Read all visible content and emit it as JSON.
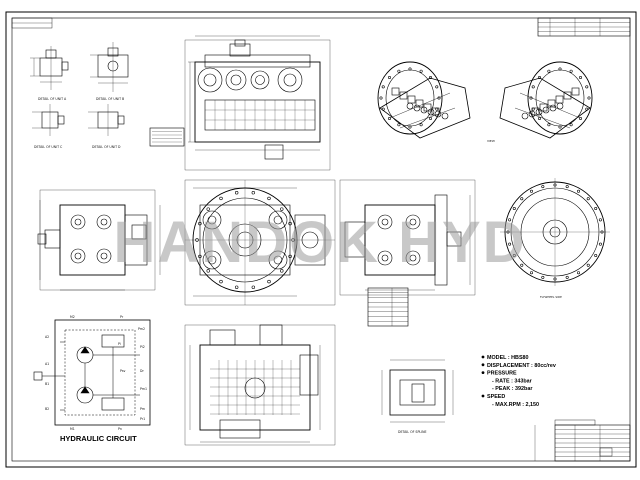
{
  "drawing": {
    "watermark": "HANDOK HYD",
    "hydraulic_circuit_title": "HYDRAULIC CIRCUIT",
    "specifications": [
      {
        "text": "MODEL : HBS80",
        "bullet": true
      },
      {
        "text": "DISPLACEMENT : 80cc/rev",
        "bullet": true
      },
      {
        "text": "PRESSURE",
        "bullet": true
      },
      {
        "text": "- RATE : 343bar",
        "bullet": false
      },
      {
        "text": "- PEAK : 392bar",
        "bullet": false
      },
      {
        "text": "SPEED",
        "bullet": true
      },
      {
        "text": "- MAX.RPM : 2,150",
        "bullet": false
      }
    ],
    "circuit_ports": [
      "M2",
      "Pr",
      "Pm2",
      "Pi",
      "A2",
      "Pi2",
      "A1",
      "Dr",
      "B1",
      "Pm1",
      "Psv",
      "B2",
      "M1",
      "Pn",
      "Pm",
      "Pr1"
    ],
    "detail_labels": {
      "detail_a": "DETAIL OF UNIT A",
      "detail_b": "DETAIL OF UNIT B",
      "detail_c": "DETAIL OF UNIT C",
      "detail_d": "DETAIL OF UNIT D",
      "detail_spline": "DETAIL OF SPLINE"
    }
  }
}
